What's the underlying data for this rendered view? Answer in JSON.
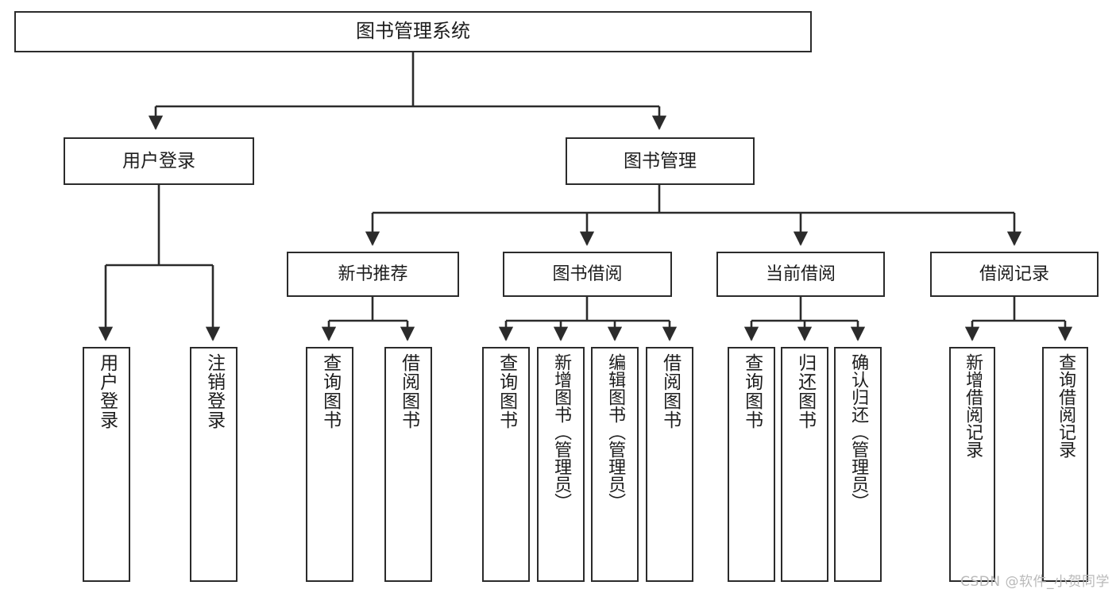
{
  "diagram": {
    "title": "图书管理系统",
    "type": "hierarchy-tree",
    "watermark": "CSDN @软件_小贺同学",
    "colors": {
      "box_border": "#2b2b2b",
      "box_fill": "#ffffff",
      "edge": "#2b2b2b",
      "text": "#1d1d1d",
      "watermark": "#b9b9b9",
      "background": "#ffffff"
    },
    "nodes": {
      "root": {
        "label": "图书管理系统"
      },
      "level1": [
        {
          "id": "user-login",
          "label": "用户登录"
        },
        {
          "id": "book-management",
          "label": "图书管理"
        }
      ],
      "level2": [
        {
          "id": "new-book-recommend",
          "label": "新书推荐"
        },
        {
          "id": "book-borrow",
          "label": "图书借阅"
        },
        {
          "id": "current-borrow",
          "label": "当前借阅"
        },
        {
          "id": "borrow-record",
          "label": "借阅记录"
        }
      ],
      "leaves": {
        "user-login": [
          {
            "id": "leaf-user-login",
            "label": "用户登录"
          },
          {
            "id": "leaf-logout-login",
            "label": "注销登录"
          }
        ],
        "new-book-recommend": [
          {
            "id": "leaf-query-book-1",
            "label": "查询图书"
          },
          {
            "id": "leaf-borrow-book-1",
            "label": "借阅图书"
          }
        ],
        "book-borrow": [
          {
            "id": "leaf-query-book-2",
            "label": "查询图书"
          },
          {
            "id": "leaf-add-book",
            "label": "新增图书（管理员）"
          },
          {
            "id": "leaf-edit-book",
            "label": "编辑图书（管理员）"
          },
          {
            "id": "leaf-borrow-book-2",
            "label": "借阅图书"
          }
        ],
        "current-borrow": [
          {
            "id": "leaf-query-book-3",
            "label": "查询图书"
          },
          {
            "id": "leaf-return-book",
            "label": "归还图书"
          },
          {
            "id": "leaf-confirm-return",
            "label": "确认归还（管理员）"
          }
        ],
        "borrow-record": [
          {
            "id": "leaf-add-borrow-record",
            "label": "新增借阅记录"
          },
          {
            "id": "leaf-query-borrow-record",
            "label": "查询借阅记录"
          }
        ]
      }
    }
  }
}
